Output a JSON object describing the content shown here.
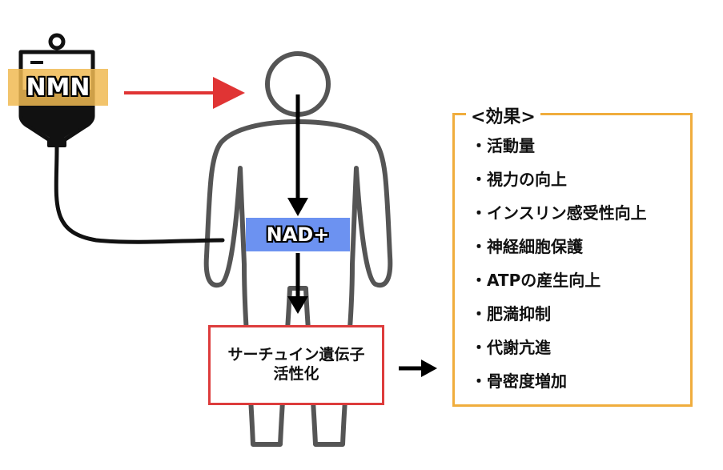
{
  "iv_bag": {
    "label": "NMN"
  },
  "nad": {
    "label": "NAD+"
  },
  "sirtuin": {
    "line1": "サーチュイン遺伝子",
    "line2": "活性化"
  },
  "effects": {
    "title": "<効果>",
    "bullet": "・",
    "items": [
      "活動量",
      "視力の向上",
      "インスリン感受性向上",
      "神経細胞保護",
      "ATPの産生向上",
      "肥満抑制",
      "代謝亢進",
      "骨密度増加"
    ]
  },
  "colors": {
    "outline": "#555555",
    "arrow_black": "#000000",
    "arrow_red": "#e03434",
    "nmn_highlight": "#f0ba52",
    "nad_highlight": "#648cf0",
    "sirtuin_border": "#dd3c3c",
    "effects_border": "#f0ad3d"
  }
}
